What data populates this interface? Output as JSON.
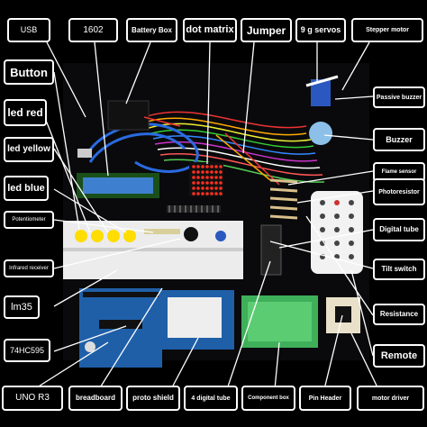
{
  "labels": {
    "usb": "USB",
    "lcd_1602": "1602",
    "battery_box": "Battery Box",
    "dot_matrix": "dot matrix",
    "jumper": "Jumper",
    "servos": "9 g servos",
    "stepper_motor": "Stepper motor",
    "button": "Button",
    "passive_buzzer": "Passive buzzer",
    "led_red": "led red",
    "buzzer": "Buzzer",
    "led_yellow": "led yellow",
    "flame_sensor": "Flame sensor",
    "led_blue": "led blue",
    "photoresistor": "Photoresistor",
    "potentiometer": "Potentiometer",
    "digital_tube": "Digital tube",
    "infrared_receiver": "Infrared receiver",
    "tilt_switch": "Tilt switch",
    "lm35": "lm35",
    "resistance": "Resistance",
    "ic_74hc595": "74HC595",
    "remote": "Remote",
    "uno_r3": "UNO R3",
    "breadboard": "breadboard",
    "proto_shield": "proto shield",
    "four_digital_tube": "4 digital tube",
    "component_box": "Component box",
    "pin_header": "Pin Header",
    "motor_driver": "motor driver"
  },
  "colors": {
    "background": "#000000",
    "label_border": "#ffffff",
    "board_blue": "#1f5fa8",
    "lcd_blue": "#3f7fd0",
    "led_red": "#ff3020",
    "component_box": "#3fb05a",
    "cable_blue": "#2a6ae0"
  }
}
